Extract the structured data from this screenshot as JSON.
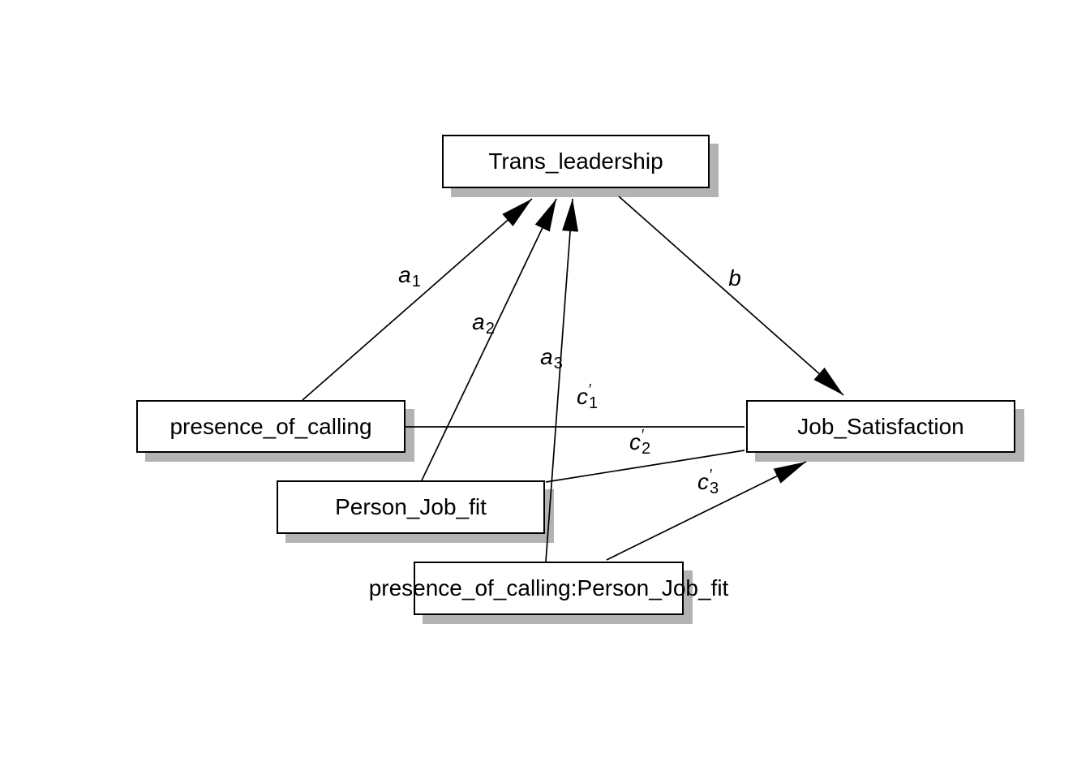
{
  "diagram": {
    "type": "path-model",
    "nodes": [
      {
        "id": "trans_leadership",
        "label": "Trans_leadership"
      },
      {
        "id": "presence_of_calling",
        "label": "presence_of_calling"
      },
      {
        "id": "person_job_fit",
        "label": "Person_Job_fit"
      },
      {
        "id": "interaction",
        "label": "presence_of_calling:Person_Job_fit"
      },
      {
        "id": "job_satisfaction",
        "label": "Job_Satisfaction"
      }
    ],
    "edges": [
      {
        "id": "a1",
        "from": "presence_of_calling",
        "to": "trans_leadership",
        "label_base": "a",
        "label_prime": "",
        "label_sub": "1",
        "arrowhead": true
      },
      {
        "id": "a2",
        "from": "person_job_fit",
        "to": "trans_leadership",
        "label_base": "a",
        "label_prime": "",
        "label_sub": "2",
        "arrowhead": true
      },
      {
        "id": "a3",
        "from": "interaction",
        "to": "trans_leadership",
        "label_base": "a",
        "label_prime": "",
        "label_sub": "3",
        "arrowhead": true
      },
      {
        "id": "b",
        "from": "trans_leadership",
        "to": "job_satisfaction",
        "label_base": "b",
        "label_prime": "",
        "label_sub": "",
        "arrowhead": true
      },
      {
        "id": "c1",
        "from": "presence_of_calling",
        "to": "job_satisfaction",
        "label_base": "c",
        "label_prime": "′",
        "label_sub": "1",
        "arrowhead": false
      },
      {
        "id": "c2",
        "from": "person_job_fit",
        "to": "job_satisfaction",
        "label_base": "c",
        "label_prime": "′",
        "label_sub": "2",
        "arrowhead": false
      },
      {
        "id": "c3",
        "from": "interaction",
        "to": "job_satisfaction",
        "label_base": "c",
        "label_prime": "′",
        "label_sub": "3",
        "arrowhead": true
      }
    ],
    "colors": {
      "background": "#ffffff",
      "box_fill": "#ffffff",
      "box_border": "#000000",
      "box_shadow": "#b3b3b3",
      "line": "#000000",
      "text": "#000000"
    }
  }
}
